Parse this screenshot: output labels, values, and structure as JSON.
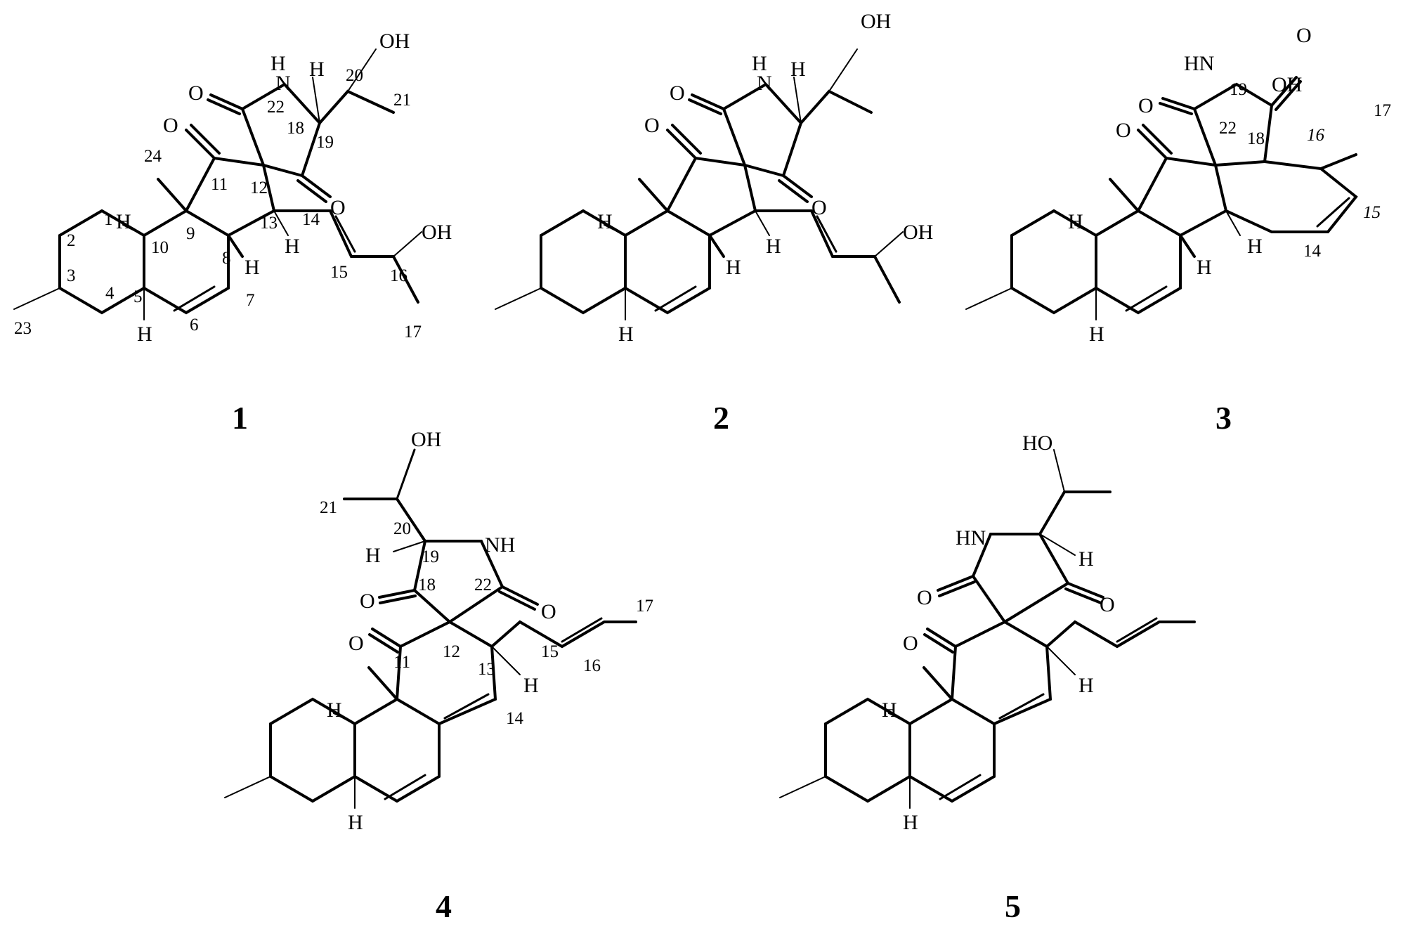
{
  "figure": {
    "compounds": [
      {
        "id": "1",
        "atoms": [
          "OH",
          "N",
          "H",
          "O",
          "O",
          "O",
          "H",
          "H",
          "OH",
          "H",
          "H"
        ],
        "numbers": [
          "20",
          "21",
          "22",
          "19",
          "18",
          "12",
          "11",
          "24",
          "9",
          "10",
          "13",
          "14",
          "8",
          "1",
          "2",
          "3",
          "4",
          "5",
          "6",
          "7",
          "15",
          "16",
          "17",
          "23"
        ]
      },
      {
        "id": "2",
        "atoms": [
          "OH",
          "N",
          "H",
          "O",
          "O",
          "O",
          "H",
          "H",
          "OH",
          "H",
          "H"
        ],
        "numbers": []
      },
      {
        "id": "3",
        "atoms": [
          "HN",
          "O",
          "O",
          "OH",
          "O",
          "H",
          "H",
          "H"
        ],
        "numbers": [
          "19",
          "22",
          "18",
          "16",
          "15",
          "14",
          "17"
        ]
      },
      {
        "id": "4",
        "atoms": [
          "OH",
          "H",
          "NH",
          "O",
          "O",
          "O",
          "H",
          "H",
          "H"
        ],
        "numbers": [
          "21",
          "20",
          "19",
          "18",
          "22",
          "17",
          "15",
          "16",
          "11",
          "12",
          "13",
          "14"
        ]
      },
      {
        "id": "5",
        "atoms": [
          "HO",
          "HN",
          "H",
          "O",
          "O",
          "O",
          "H",
          "H",
          "H"
        ],
        "numbers": []
      }
    ]
  }
}
